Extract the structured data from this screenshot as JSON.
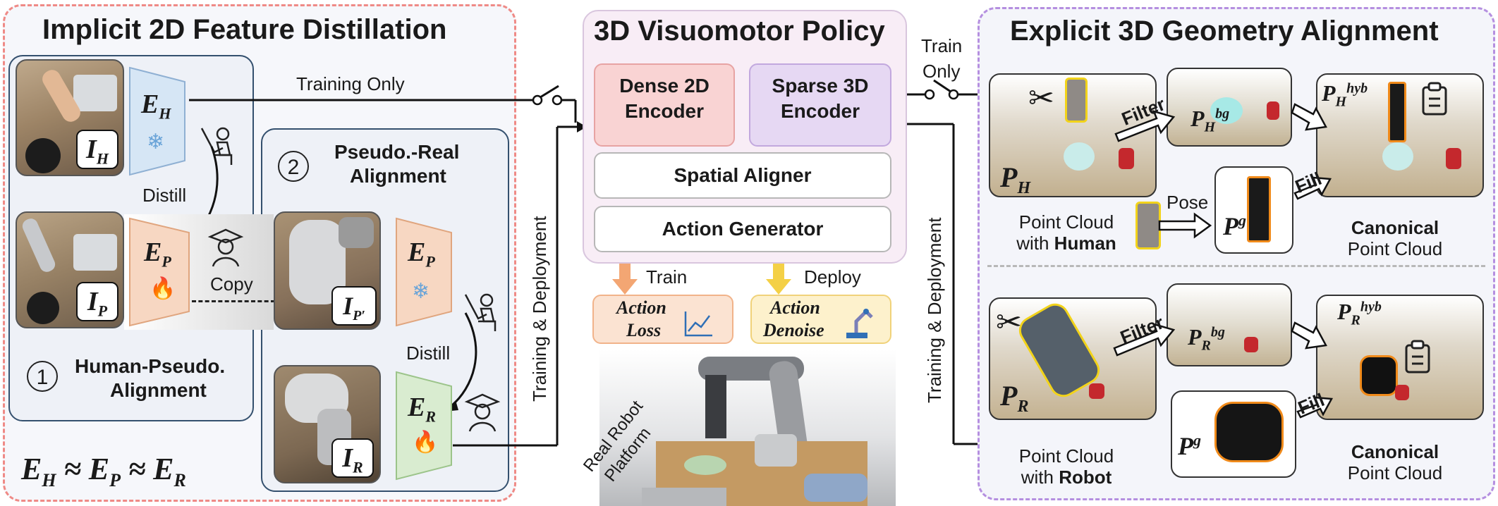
{
  "left": {
    "title": "Implicit 2D Feature Distillation",
    "encoders": {
      "eh": "E",
      "eh_sub": "H",
      "ep": "E",
      "ep_sub": "P",
      "ep2": "E",
      "ep2_sub": "P",
      "er": "E",
      "er_sub": "R"
    },
    "image_labels": {
      "ih": "I",
      "ih_sub": "H",
      "ip": "I",
      "ip_sub": "P",
      "ipp": "I",
      "ipp_sub": "P′",
      "ir": "I",
      "ir_sub": "R"
    },
    "distill_1": "Distill",
    "distill_2": "Distill",
    "copy": "Copy",
    "step1_num": "1",
    "step1_label_a": "Human-Pseudo.",
    "step1_label_b": "Alignment",
    "step2_num": "2",
    "step2_label_a": "Pseudo.-Real",
    "step2_label_b": "Alignment",
    "equation": "E",
    "eq_h": "H",
    "eq_approx1": " ≈ E",
    "eq_p": "P",
    "eq_approx2": " ≈ E",
    "eq_r": "R"
  },
  "connectors": {
    "training_only": "Training Only",
    "training_deployment_left": "Training & Deployment",
    "training_deployment_right": "Training & Deployment",
    "train_only_a": "Train",
    "train_only_b": "Only"
  },
  "middle": {
    "title": "3D Visuomotor Policy",
    "dense_a": "Dense 2D",
    "dense_b": "Encoder",
    "sparse_a": "Sparse 3D",
    "sparse_b": "Encoder",
    "spatial": "Spatial Aligner",
    "action_gen": "Action Generator",
    "train": "Train",
    "deploy": "Deploy",
    "loss_a": "Action",
    "loss_b": "Loss",
    "denoise_a": "Action",
    "denoise_b": "Denoise",
    "robot_platform_a": "Real Robot",
    "robot_platform_b": "Platform"
  },
  "right": {
    "title": "Explicit 3D Geometry Alignment",
    "filter_1": "Filter",
    "filter_2": "Filter",
    "fill_1": "Fill",
    "fill_2": "Fill",
    "pose": "Pose",
    "ph": "P",
    "ph_sub": "H",
    "phbg": "P",
    "phbg_sub": "H",
    "phbg_sup": "bg",
    "phhyb": "P",
    "phhyb_sub": "H",
    "phhyb_sup": "hyb",
    "pg1": "P",
    "pg1_sup": "g",
    "pr": "P",
    "pr_sub": "R",
    "prbg": "P",
    "prbg_sub": "R",
    "prbg_sup": "bg",
    "prhyb": "P",
    "prhyb_sub": "R",
    "prhyb_sup": "hyb",
    "pg2": "P",
    "pg2_sup": "g",
    "human_cap_a": "Point Cloud",
    "human_cap_b": "with ",
    "human_cap_bold": "Human",
    "robot_cap_a": "Point Cloud",
    "robot_cap_b": "with ",
    "robot_cap_bold": "Robot",
    "canon1_a": "Canonical",
    "canon1_b": "Point Cloud",
    "canon2_a": "Canonical",
    "canon2_b": "Point Cloud"
  },
  "colors": {
    "left_border": "#ef8a86",
    "right_border": "#b58fe0",
    "dense_fill": "#f9d3d3",
    "sparse_fill": "#e6d8f3",
    "frozen_encoder": "#d6e6f5",
    "train_encoder": "#f7d7c2",
    "robot_encoder": "#d9ecd0",
    "loss_fill": "#fbe3d2",
    "denoise_fill": "#fdf1cc"
  }
}
